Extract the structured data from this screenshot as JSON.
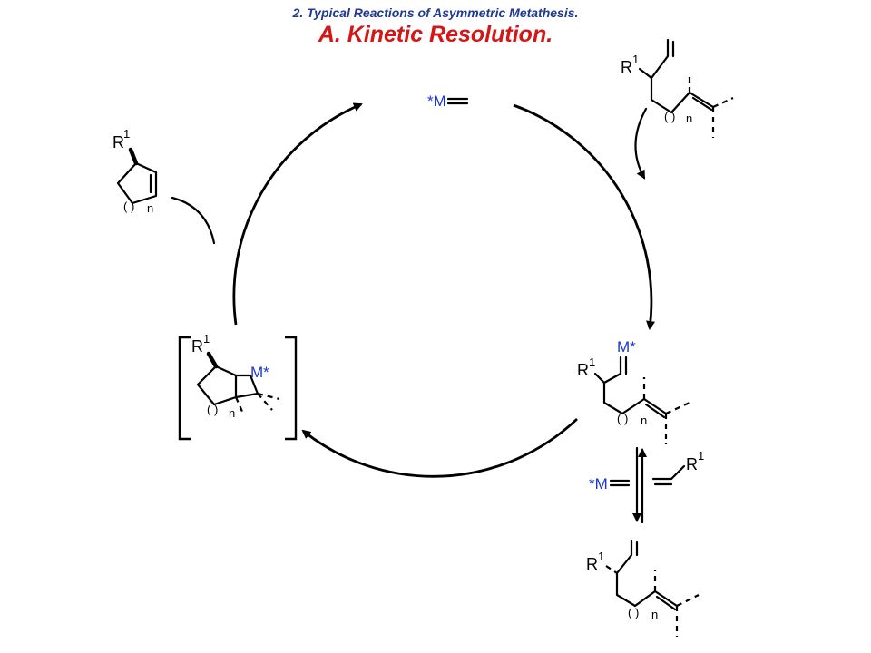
{
  "header": {
    "subtitle": "2. Typical Reactions of Asymmetric Metathesis.",
    "title": "A. Kinetic Resolution."
  },
  "labels": {
    "catalyst": "*M",
    "metal_star": "M*",
    "r_group": "R",
    "r_index": "1",
    "n_index": "n",
    "paren": "(  )"
  },
  "colors": {
    "subtitle": "#1f3a93",
    "title": "#d31616",
    "metal": "#1a35d8"
  }
}
